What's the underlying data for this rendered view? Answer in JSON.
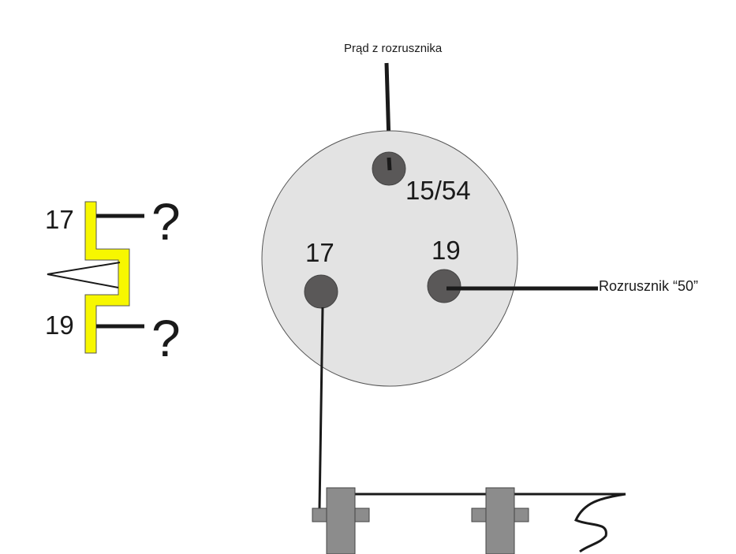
{
  "labels": {
    "top_wire": "Prąd z rozrusznika",
    "terminal_15_54": "15/54",
    "terminal_17": "17",
    "terminal_19": "19",
    "right_wire": "Rozrusznik “50”",
    "switch_17": "17",
    "switch_19": "19",
    "question_top": "?",
    "question_bottom": "?"
  },
  "colors": {
    "background": "#ffffff",
    "disc_fill": "#e3e3e3",
    "disc_stroke": "#555555",
    "terminal_fill": "#5a5858",
    "wire": "#1a1a1a",
    "switch_yellow": "#f7f700",
    "bracket_fill": "#8c8c8c"
  }
}
